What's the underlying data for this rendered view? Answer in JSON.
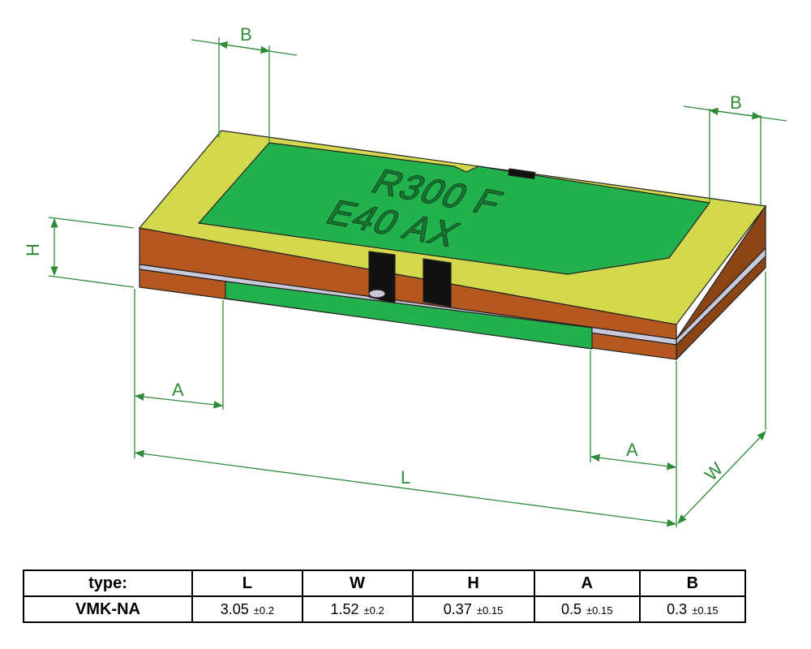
{
  "colors": {
    "dimension_line": "#2e8b3a",
    "pad": "#d4d84c",
    "body_brown": "#b5581f",
    "resistor_green": "#22b14c",
    "layer_grey": "#c9c9d9",
    "gap_black": "#000000"
  },
  "dimensions": {
    "b_left": "B",
    "b_right": "B",
    "h": "H",
    "a_left": "A",
    "a_right": "A",
    "l": "L",
    "w": "W"
  },
  "marking": {
    "line1": "R300 F",
    "line2": "E40  AX"
  },
  "table": {
    "headers": [
      "type:",
      "L",
      "W",
      "H",
      "A",
      "B"
    ],
    "row": {
      "type": "VMK-NA",
      "cells": [
        {
          "value": "3.05",
          "tol": "±0.2"
        },
        {
          "value": "1.52",
          "tol": "±0.2"
        },
        {
          "value": "0.37",
          "tol": "±0.15"
        },
        {
          "value": "0.5",
          "tol": "±0.15"
        },
        {
          "value": "0.3",
          "tol": "±0.15"
        }
      ]
    }
  }
}
